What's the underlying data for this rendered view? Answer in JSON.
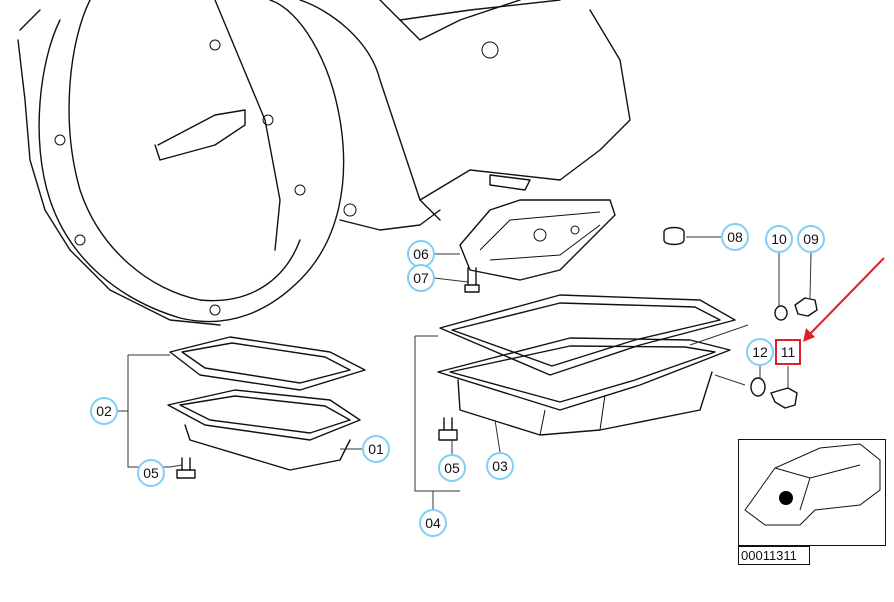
{
  "diagram": {
    "callouts": [
      {
        "id": "01",
        "label": "01"
      },
      {
        "id": "02",
        "label": "02"
      },
      {
        "id": "03",
        "label": "03"
      },
      {
        "id": "04",
        "label": "04"
      },
      {
        "id": "05a",
        "label": "05"
      },
      {
        "id": "05b",
        "label": "05"
      },
      {
        "id": "06",
        "label": "06"
      },
      {
        "id": "07",
        "label": "07"
      },
      {
        "id": "08",
        "label": "08"
      },
      {
        "id": "09",
        "label": "09"
      },
      {
        "id": "10",
        "label": "10"
      },
      {
        "id": "11",
        "label": "11",
        "highlighted": true
      },
      {
        "id": "12",
        "label": "12"
      }
    ],
    "inset_code": "00011311",
    "colors": {
      "callout_border": "#7fd0f2",
      "highlight": "#e0202a",
      "line": "#111111"
    }
  }
}
